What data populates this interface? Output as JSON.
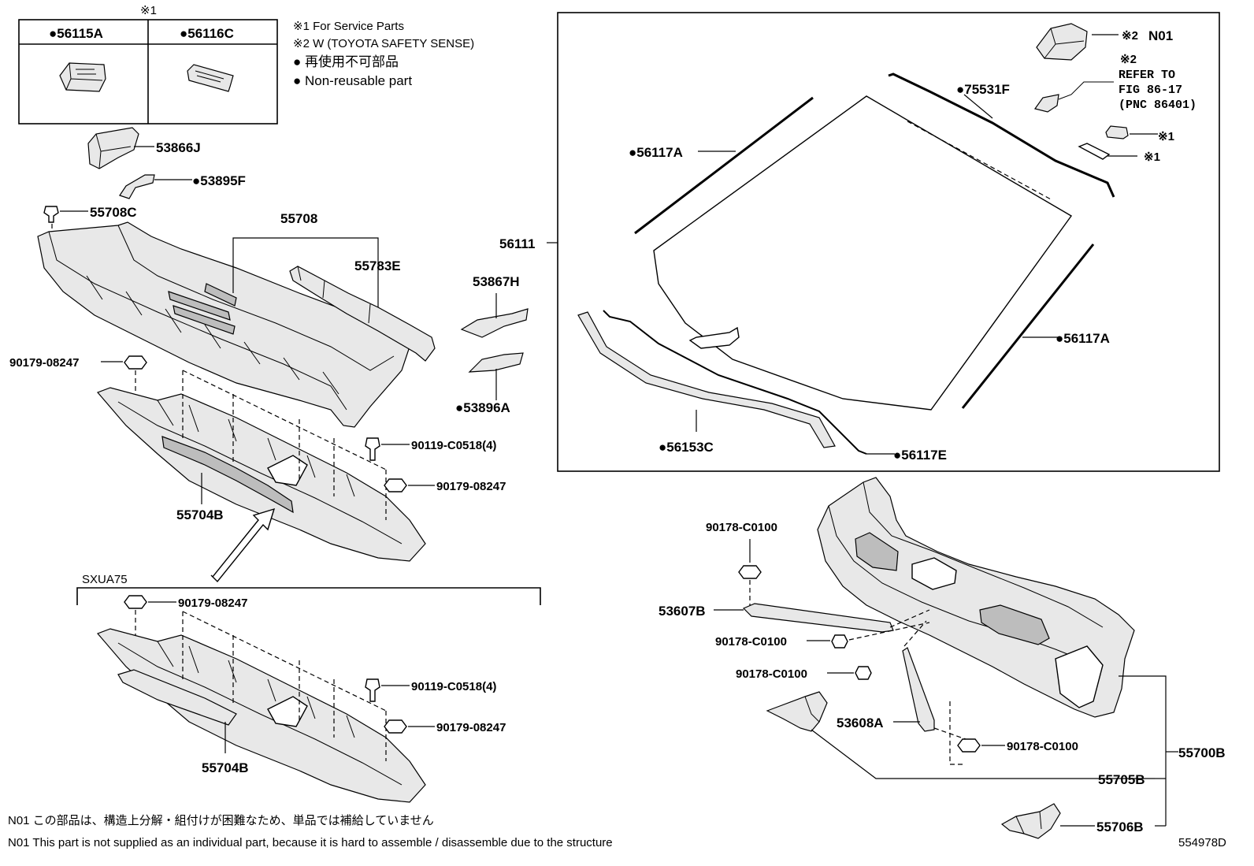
{
  "service_table": {
    "header_mark": "※1",
    "col1": "●56115A",
    "col2": "●56116C"
  },
  "notes": {
    "n1": "※1 For Service Parts",
    "n2": "※2 W (TOYOTA SAFETY SENSE)",
    "n3": "● 再使用不可部品",
    "n4": "● Non-reusable part"
  },
  "labels": {
    "p53866J": "53866J",
    "p53895F": "●53895F",
    "p55708C": "55708C",
    "p55708": "55708",
    "p55783E": "55783E",
    "p53867H": "53867H",
    "p53896A": "●53896A",
    "p90179_a": "90179-08247",
    "p90119_a": "90119-C0518(4)",
    "p90179_b": "90179-08247",
    "p55704B_a": "55704B",
    "sxua": "SXUA75",
    "p90179_c": "90179-08247",
    "p90119_b": "90119-C0518(4)",
    "p90179_d": "90179-08247",
    "p55704B_b": "55704B",
    "p56111": "56111",
    "p56117A_a": "●56117A",
    "p56117A_b": "●56117A",
    "p56153C": "●56153C",
    "p56117E": "●56117E",
    "p75531F": "●75531F",
    "p_n01_mark": "※2",
    "p_n01": "N01",
    "refer_mark": "※2",
    "refer1": "REFER TO",
    "refer2": "FIG 86-17",
    "refer3": "(PNC 86401)",
    "svc1": "※1",
    "svc2": "※1",
    "p90178_a": "90178-C0100",
    "p53607B": "53607B",
    "p90178_b": "90178-C0100",
    "p90178_c": "90178-C0100",
    "p53608A": "53608A",
    "p90178_d": "90178-C0100",
    "p55700B": "55700B",
    "p55705B": "55705B",
    "p55706B": "55706B"
  },
  "footer": {
    "n01_jp": "N01 この部品は、構造上分解・組付けが困難なため、単品では補給していません",
    "n01_en": "N01 This part is not supplied as an individual part, because it is hard to assemble / disassemble due to the structure",
    "fig_id": "554978D"
  }
}
